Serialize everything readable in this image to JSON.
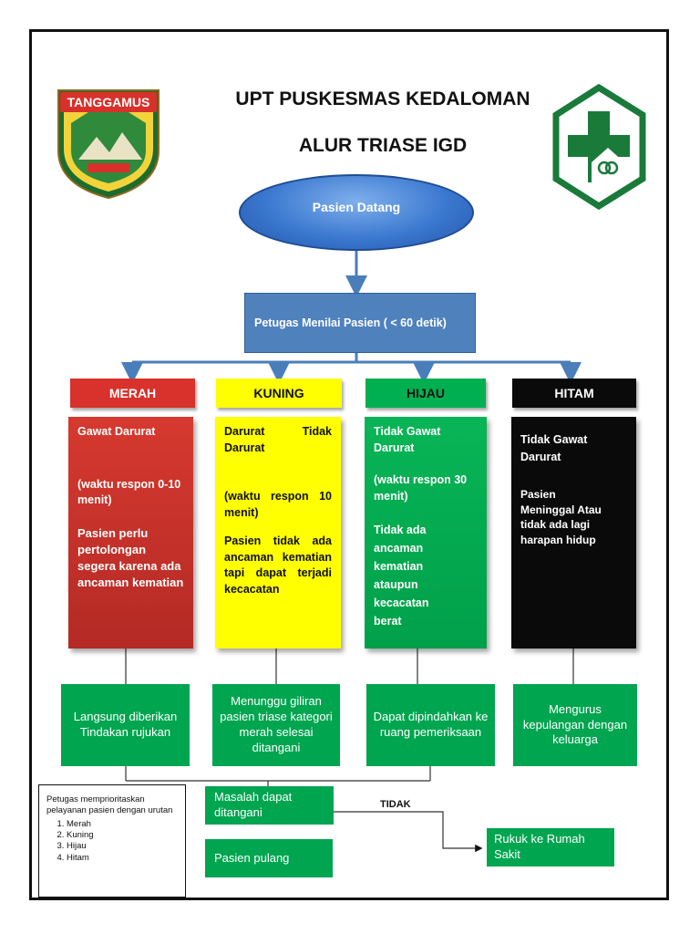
{
  "header": {
    "title": "UPT PUSKESMAS KEDALOMAN",
    "subtitle": "ALUR TRIASE IGD",
    "logo_left_text": "TANGGAMUS"
  },
  "nodes": {
    "start": "Pasien Datang",
    "assessment": "Petugas Menilai Pasien ( < 60 detik)"
  },
  "categories": [
    {
      "label": "MERAH",
      "box_color": "#d9312b",
      "label_text_color": "#ffffff",
      "body_color": "#c7302b",
      "body_text_color": "#ffffff",
      "paragraphs": [
        "Gawat Darurat",
        "(waktu respon 0-10 menit)",
        "Pasien perlu pertolongan segera karena ada ancaman kematian"
      ]
    },
    {
      "label": "KUNING",
      "box_color": "#ffff00",
      "label_text_color": "#111111",
      "body_color": "#ffff00",
      "body_text_color": "#111111",
      "paragraphs": [
        "Darurat Tidak Darurat",
        "(waktu respon 10 menit)",
        "Pasien tidak ada ancaman kematian tapi dapat terjadi kecacatan"
      ]
    },
    {
      "label": "HIJAU",
      "box_color": "#00b050",
      "label_text_color": "#111111",
      "body_color": "#00b050",
      "body_text_color": "#ffffff",
      "paragraphs": [
        "Tidak Gawat Darurat",
        "(waktu respon 30 menit)",
        "Tidak ada ancaman kematian ataupun kecacatan berat"
      ]
    },
    {
      "label": "HITAM",
      "box_color": "#0a0a0a",
      "label_text_color": "#ffffff",
      "body_color": "#0a0a0a",
      "body_text_color": "#ffffff",
      "paragraphs": [
        "Tidak Gawat Darurat",
        "Pasien Meninggal Atau tidak ada lagi harapan hidup",
        ""
      ]
    }
  ],
  "actions": [
    "Langsung diberikan Tindakan rujukan",
    "Menunggu giliran pasien triase kategori merah selesai ditangani",
    "Dapat dipindahkan ke ruang pemeriksaan",
    "Mengurus kepulangan dengan keluarga"
  ],
  "outcomes": {
    "handled": "Masalah dapat ditangani",
    "no_label": "TIDAK",
    "referral": "Rukuk ke Rumah Sakit",
    "discharge": "Pasien pulang"
  },
  "note": {
    "intro": "Petugas memprioritaskan pelayanan pasien dengan urutan",
    "items": [
      "Merah",
      "Kuning",
      "Hijau",
      "Hitam"
    ]
  },
  "colors": {
    "arrow": "#4a7ebb",
    "action_box": "#00a550",
    "frame": "#111111"
  }
}
